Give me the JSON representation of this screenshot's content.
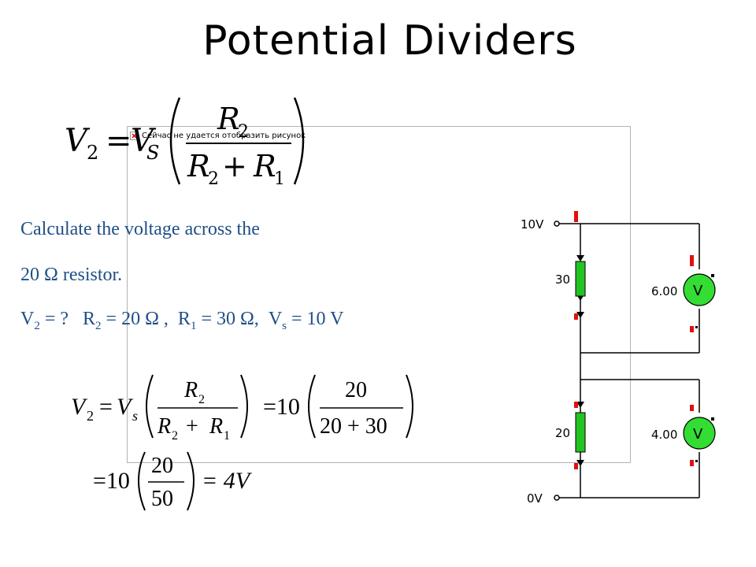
{
  "slide": {
    "title": "Potential Dividers",
    "broken_image_message": "Сейчас не удается отобразить рисунок"
  },
  "formula": {
    "lhs_var": "V",
    "lhs_sub": "2",
    "vs_var": "V",
    "vs_sub": "S",
    "num_var": "R",
    "num_sub": "2",
    "den_r2": "R",
    "den_r2_sub": "2",
    "den_r1": "R",
    "den_r1_sub": "1"
  },
  "question": {
    "line1": "Calculate the voltage across the",
    "line2": "20 Ω resistor.",
    "v2_label": "V",
    "v2_sub": "2",
    "v2_rest": " = ?  ",
    "r2_label": "R",
    "r2_sub": "2",
    "r2_rest": " = 20 Ω , ",
    "r1_label": "R",
    "r1_sub": "1",
    "r1_rest": " = 30 Ω, ",
    "vs_label": "V",
    "vs_sub": "s",
    "vs_rest": " = 10 V"
  },
  "solution": {
    "step1_lhs": "V",
    "step1_lhs_sub": "2",
    "step1_vs": "V",
    "step1_vs_sub": "s",
    "step1_num": "R",
    "step1_num_sub": "2",
    "step1_den_a": "R",
    "step1_den_a_sub": "2",
    "step1_den_b": "R",
    "step1_den_b_sub": "1",
    "step1_eq": "=10",
    "step1_frac_num": "20",
    "step1_frac_den": "20 + 30",
    "step2_eq": "=10",
    "step2_frac_num": "20",
    "step2_frac_den": "50",
    "step2_result": "= 4V"
  },
  "circuit": {
    "top_voltage": "10V",
    "bottom_voltage": "0V",
    "upper_resistor": "30",
    "lower_resistor": "20",
    "upper_meter_reading": "6.00",
    "lower_meter_reading": "4.00",
    "meter_symbol": "V",
    "resistor_color": "#22c422",
    "meter_color": "#33dd33",
    "marker_color": "#e01010"
  }
}
